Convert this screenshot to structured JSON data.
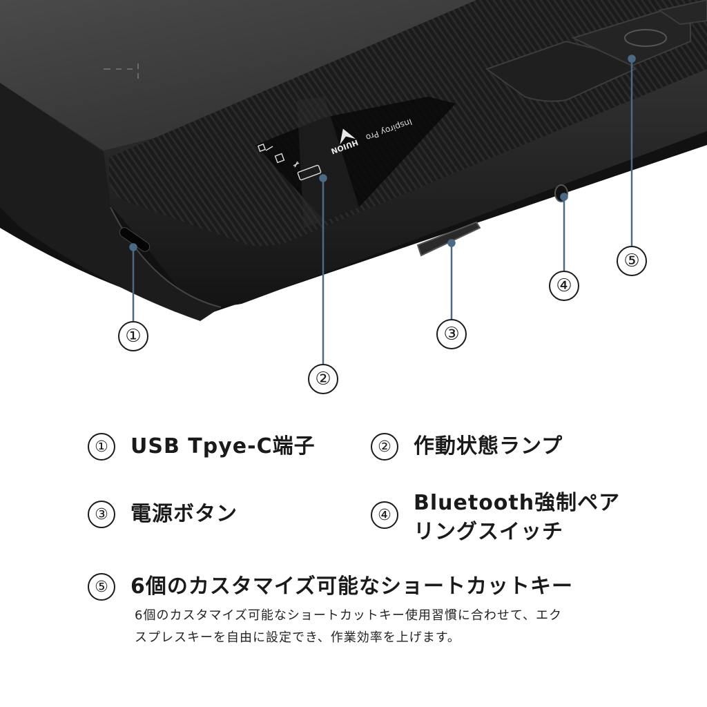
{
  "device": {
    "brand": "HUION",
    "model": "Inspiroy Pro"
  },
  "callouts": [
    "①",
    "②",
    "③",
    "④",
    "⑤"
  ],
  "legend": [
    {
      "num": "①",
      "label": "USB Tpye-C端子"
    },
    {
      "num": "②",
      "label": "作動状態ランプ"
    },
    {
      "num": "③",
      "label": "電源ボタン"
    },
    {
      "num": "④",
      "label_line1": "Bluetooth強制ペア",
      "label_line2": "リングスイッチ"
    },
    {
      "num": "⑤",
      "label": "6個のカスタマイズ可能なショートカットキー"
    }
  ],
  "description": {
    "line1": "6個のカスタマイズ可能なショートカットキー使用習慣に合わせて、エク",
    "line2": "スプレスキーを自由に設定でき、作業効率を上げます。"
  },
  "colors": {
    "callout_line": "#4a6a86",
    "tablet_body": "#1e1e1e"
  }
}
